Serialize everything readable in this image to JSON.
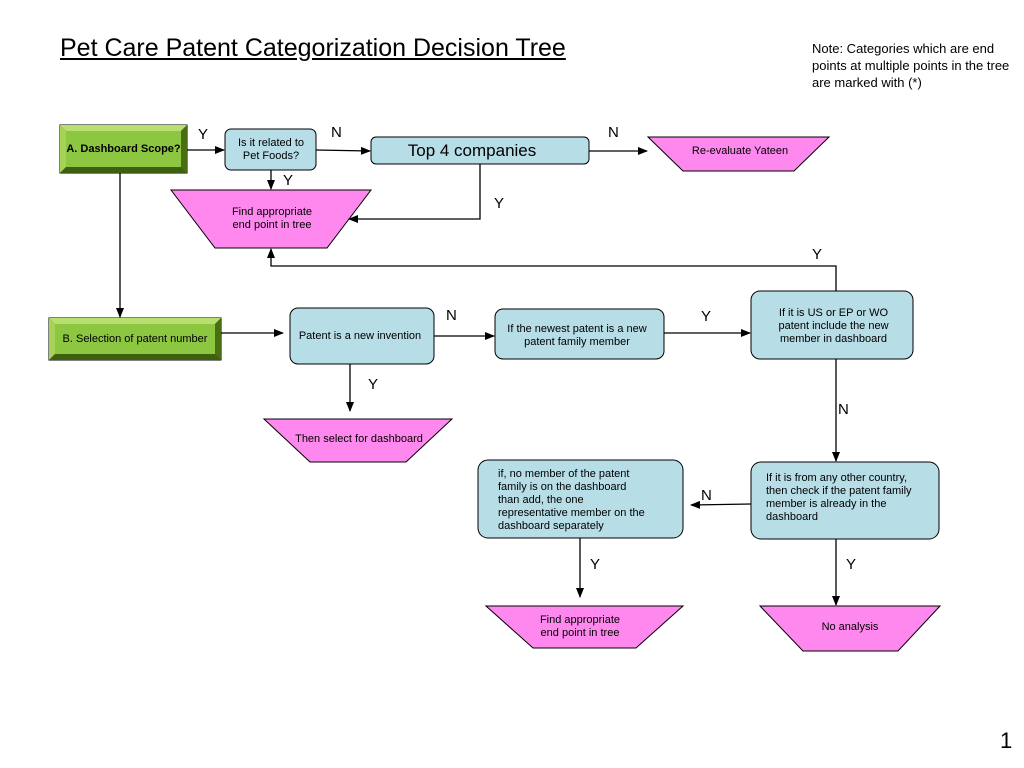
{
  "title": "Pet  Care Patent Categorization Decision Tree",
  "note": "Note: Categories which are end points at multiple points in the tree are marked with (*)",
  "page_number": "1",
  "nodes": {
    "dashboard_scope": "A. Dashboard Scope?",
    "pet_foods": "Is it related to Pet Foods?",
    "top4": "Top 4 companies",
    "re_evaluate": "Re-evaluate Yateen",
    "find_end_1": "Find appropriate end point in tree",
    "selection": "B. Selection of patent number",
    "new_invention": "Patent is a new invention",
    "newest_patent": "If the newest patent is a new patent family member",
    "us_ep_wo": "If it is US or EP or WO patent include the new member in dashboard",
    "then_select": "Then select for dashboard",
    "no_member": "if, no member of the patent family is on the dashboard than add, the one representative member on the dashboard separately",
    "other_country": "If it is from any other country, then check if the patent family member is already in the dashboard",
    "find_end_2": "Find appropriate end point in tree",
    "no_analysis": "No analysis"
  },
  "edges": {
    "scope_to_petfoods": "Y",
    "petfoods_to_top4": "N",
    "top4_to_reeval": "N",
    "petfoods_to_find": "Y",
    "top4_to_find": "Y",
    "uswo_to_find": "Y",
    "invention_to_newest": "N",
    "newest_to_uswo": "Y",
    "invention_to_select": "Y",
    "uswo_to_other": "N",
    "other_to_nomember": "N",
    "nomember_to_find2": "Y",
    "other_to_noanalysis": "Y"
  },
  "colors": {
    "green": "#8dc641",
    "blue_box": "#b7dde6",
    "pink": "#ff88ee"
  }
}
